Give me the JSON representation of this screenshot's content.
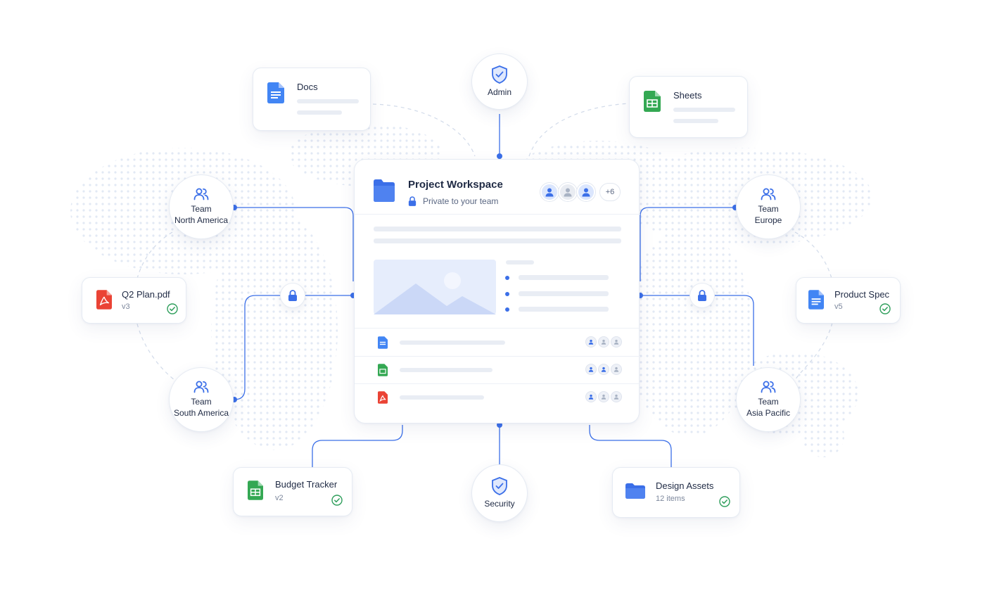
{
  "workspace": {
    "title": "Project Workspace",
    "subtitle": "Private to your team",
    "member_overflow": "+6"
  },
  "nodes": {
    "admin": "Admin",
    "security": "Security",
    "team_na": [
      "Team",
      "North America"
    ],
    "team_sa": [
      "Team",
      "South America"
    ],
    "team_eu": [
      "Team",
      "Europe"
    ],
    "team_ap": [
      "Team",
      "Asia Pacific"
    ]
  },
  "files": {
    "docs": {
      "name": "Docs"
    },
    "sheets": {
      "name": "Sheets"
    },
    "q2plan": {
      "name": "Q2 Plan.pdf",
      "meta": "v3"
    },
    "product_spec": {
      "name": "Product Spec",
      "meta": "v5"
    },
    "budget": {
      "name": "Budget Tracker",
      "meta": "v2"
    },
    "design": {
      "name": "Design Assets",
      "meta": "12 items"
    }
  },
  "colors": {
    "accent": "#3b6fe8",
    "docs_blue": "#4285f4",
    "sheets_green": "#34a853",
    "pdf_red": "#ea4335",
    "check_green": "#2e9e5b"
  },
  "icons": {
    "team": "users-icon",
    "shield": "shield-check-icon",
    "lock": "lock-icon",
    "folder": "folder-icon",
    "doc": "doc-icon",
    "sheet": "sheet-icon",
    "pdf": "pdf-icon",
    "check": "check-circle-icon"
  }
}
